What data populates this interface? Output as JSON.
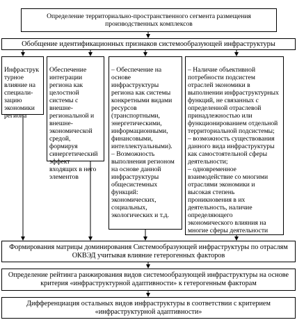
{
  "boxes": {
    "top": "Определение территориально-пространственного сегмента размещения производственных комплексов",
    "generalization": "Обобщение идентификационных признаков системообразующей инфраструктуры",
    "col1": "Инфраструк\nтурное\nвлияние на\nспециали-\nзацию\nэкономики\nрегиона",
    "col2": "Обеспечение\nинтеграции\nрегиона как\nцелостной\nсистемы с\nвнешне-\nрегиональной и\nвнешне-\nэкономической\nсредой,\nформируя\nсинергетический\nэффект\nвходящих в него\nэлементов",
    "col3": "– Обеспечение на\nоснове\nинфраструктуры\nрегиона как системы\nконкретными видами\nресурсов\n(транспортными,\nэнергетическими,\nинформационными,\nфинансовыми,\nинтеллектуальными).\n– Возможность\nвыполнения регионом\nна основе данной\nинфраструктуры\nобщесистемных\nфункций:\nэкономических,\nсоциальных,\nэкологических и т.д.",
    "col4": "– Наличие объективной\nпотребности подсистем\nотраслей экономики в\nвыполнении инфраструктурных\nфункций, не связанных с\nопределенной отраслевой\nпринадлежностью или\nфункционированием отдельной\nтерриториальной подсистемы;\n– возможность существования\nданного вида    инфраструктуры\nкак самостоятельной сферы\nдеятельности;\n– одновременное\nвзаимодействие со многими\nотраслями экономики и\nвысокая степень\nпроникновения в их\nдеятельность, наличие\nопределяющего\nэкономического влияния на\nмногие сферы деятельности",
    "matrix": "Формирования матрицы доминирования Системообразующей инфраструктуры по отраслям ОКВЭД учитывая влияние гетерогенных факторов",
    "rating": "Определение рейтинга ранжирования видов системообразующей инфраструктуры на основе критерия «инфраструктурной адаптивности» к гетерогенным факторам",
    "differentiation": "Дифференциация остальных видов инфраструктуры в соответствии с критерием «инфраструктурной адаптивности»"
  }
}
